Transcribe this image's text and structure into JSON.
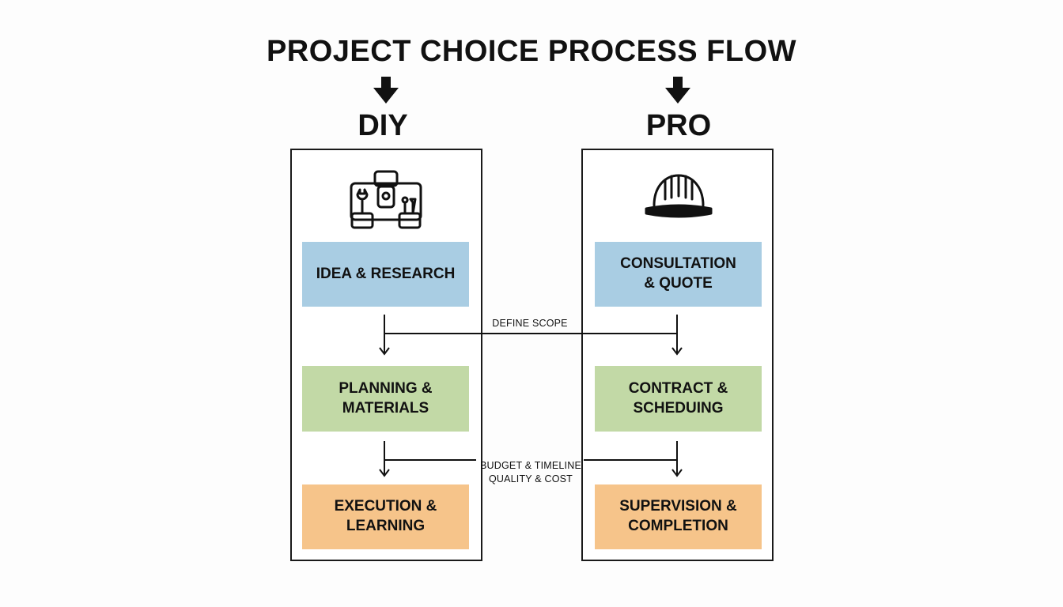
{
  "title": "PROJECT CHOICE PROCESS FLOW",
  "columns": {
    "diy": {
      "label": "DIY",
      "icon": "toolbox-icon",
      "steps": [
        "IDEA & RESEARCH",
        "PLANNING &\nMATERIALS",
        "EXECUTION &\nLEARNING"
      ]
    },
    "pro": {
      "label": "PRO",
      "icon": "hard-hat-icon",
      "steps": [
        "CONSULTATION\n& QUOTE",
        "CONTRACT &\nSCHEDUING",
        "SUPERVISION &\nCOMPLETION"
      ]
    }
  },
  "connectors": {
    "first": "DEFINE SCOPE",
    "second_line1": "BUDGET & TIMELINE",
    "second_line2": "QUALITY & COST"
  },
  "colors": {
    "step1": "#a9cde3",
    "step2": "#c2d9a6",
    "step3": "#f6c48a"
  }
}
